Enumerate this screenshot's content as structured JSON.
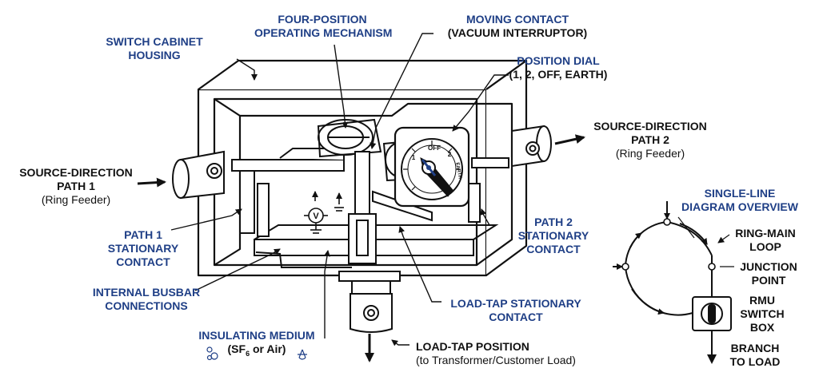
{
  "colors": {
    "label_blue": "#1f3f86",
    "label_black": "#111111",
    "line": "#111111",
    "background": "#ffffff"
  },
  "labels": {
    "four_position_1": "FOUR-POSITION",
    "four_position_2": "OPERATING MECHANISM",
    "moving_contact_1": "MOVING CONTACT",
    "moving_contact_2": "(VACUUM INTERRUPTOR)",
    "cabinet_1": "SWITCH CABINET",
    "cabinet_2": "HOUSING",
    "position_dial_1": "POSITION DIAL",
    "position_dial_2": "(1, 2, OFF, EARTH)",
    "src2_1": "SOURCE-DIRECTION",
    "src2_2": "PATH 2",
    "src2_3": "(Ring Feeder)",
    "src1_1": "SOURCE-DIRECTION",
    "src1_2": "PATH 1",
    "src1_3": "(Ring Feeder)",
    "single_line_1": "SINGLE-LINE",
    "single_line_2": "DIAGRAM OVERVIEW",
    "path1_1": "PATH 1",
    "path1_2": "STATIONARY",
    "path1_3": "CONTACT",
    "path2_1": "PATH 2",
    "path2_2": "STATIONARY",
    "path2_3": "CONTACT",
    "ring_main_1": "RING-MAIN",
    "ring_main_2": "LOOP",
    "junction_1": "JUNCTION",
    "junction_2": "POINT",
    "busbar_1": "INTERNAL BUSBAR",
    "busbar_2": "CONNECTIONS",
    "load_tap_stat_1": "LOAD-TAP STATIONARY",
    "load_tap_stat_2": "CONTACT",
    "rmu_1": "RMU",
    "rmu_2": "SWITCH",
    "rmu_3": "BOX",
    "insulating_1": "INSULATING MEDIUM",
    "insulating_2a": "(SF",
    "insulating_2sub": "6",
    "insulating_2b": " or Air)",
    "load_tap_pos_1": "LOAD-TAP POSITION",
    "load_tap_pos_2": "(to Transformer/Customer Load)",
    "branch_1": "BRANCH",
    "branch_2": "TO LOAD"
  },
  "dial": {
    "off": "OFF",
    "one": "1",
    "two": "2",
    "earth": "EARTH"
  },
  "voltmeter": "V"
}
